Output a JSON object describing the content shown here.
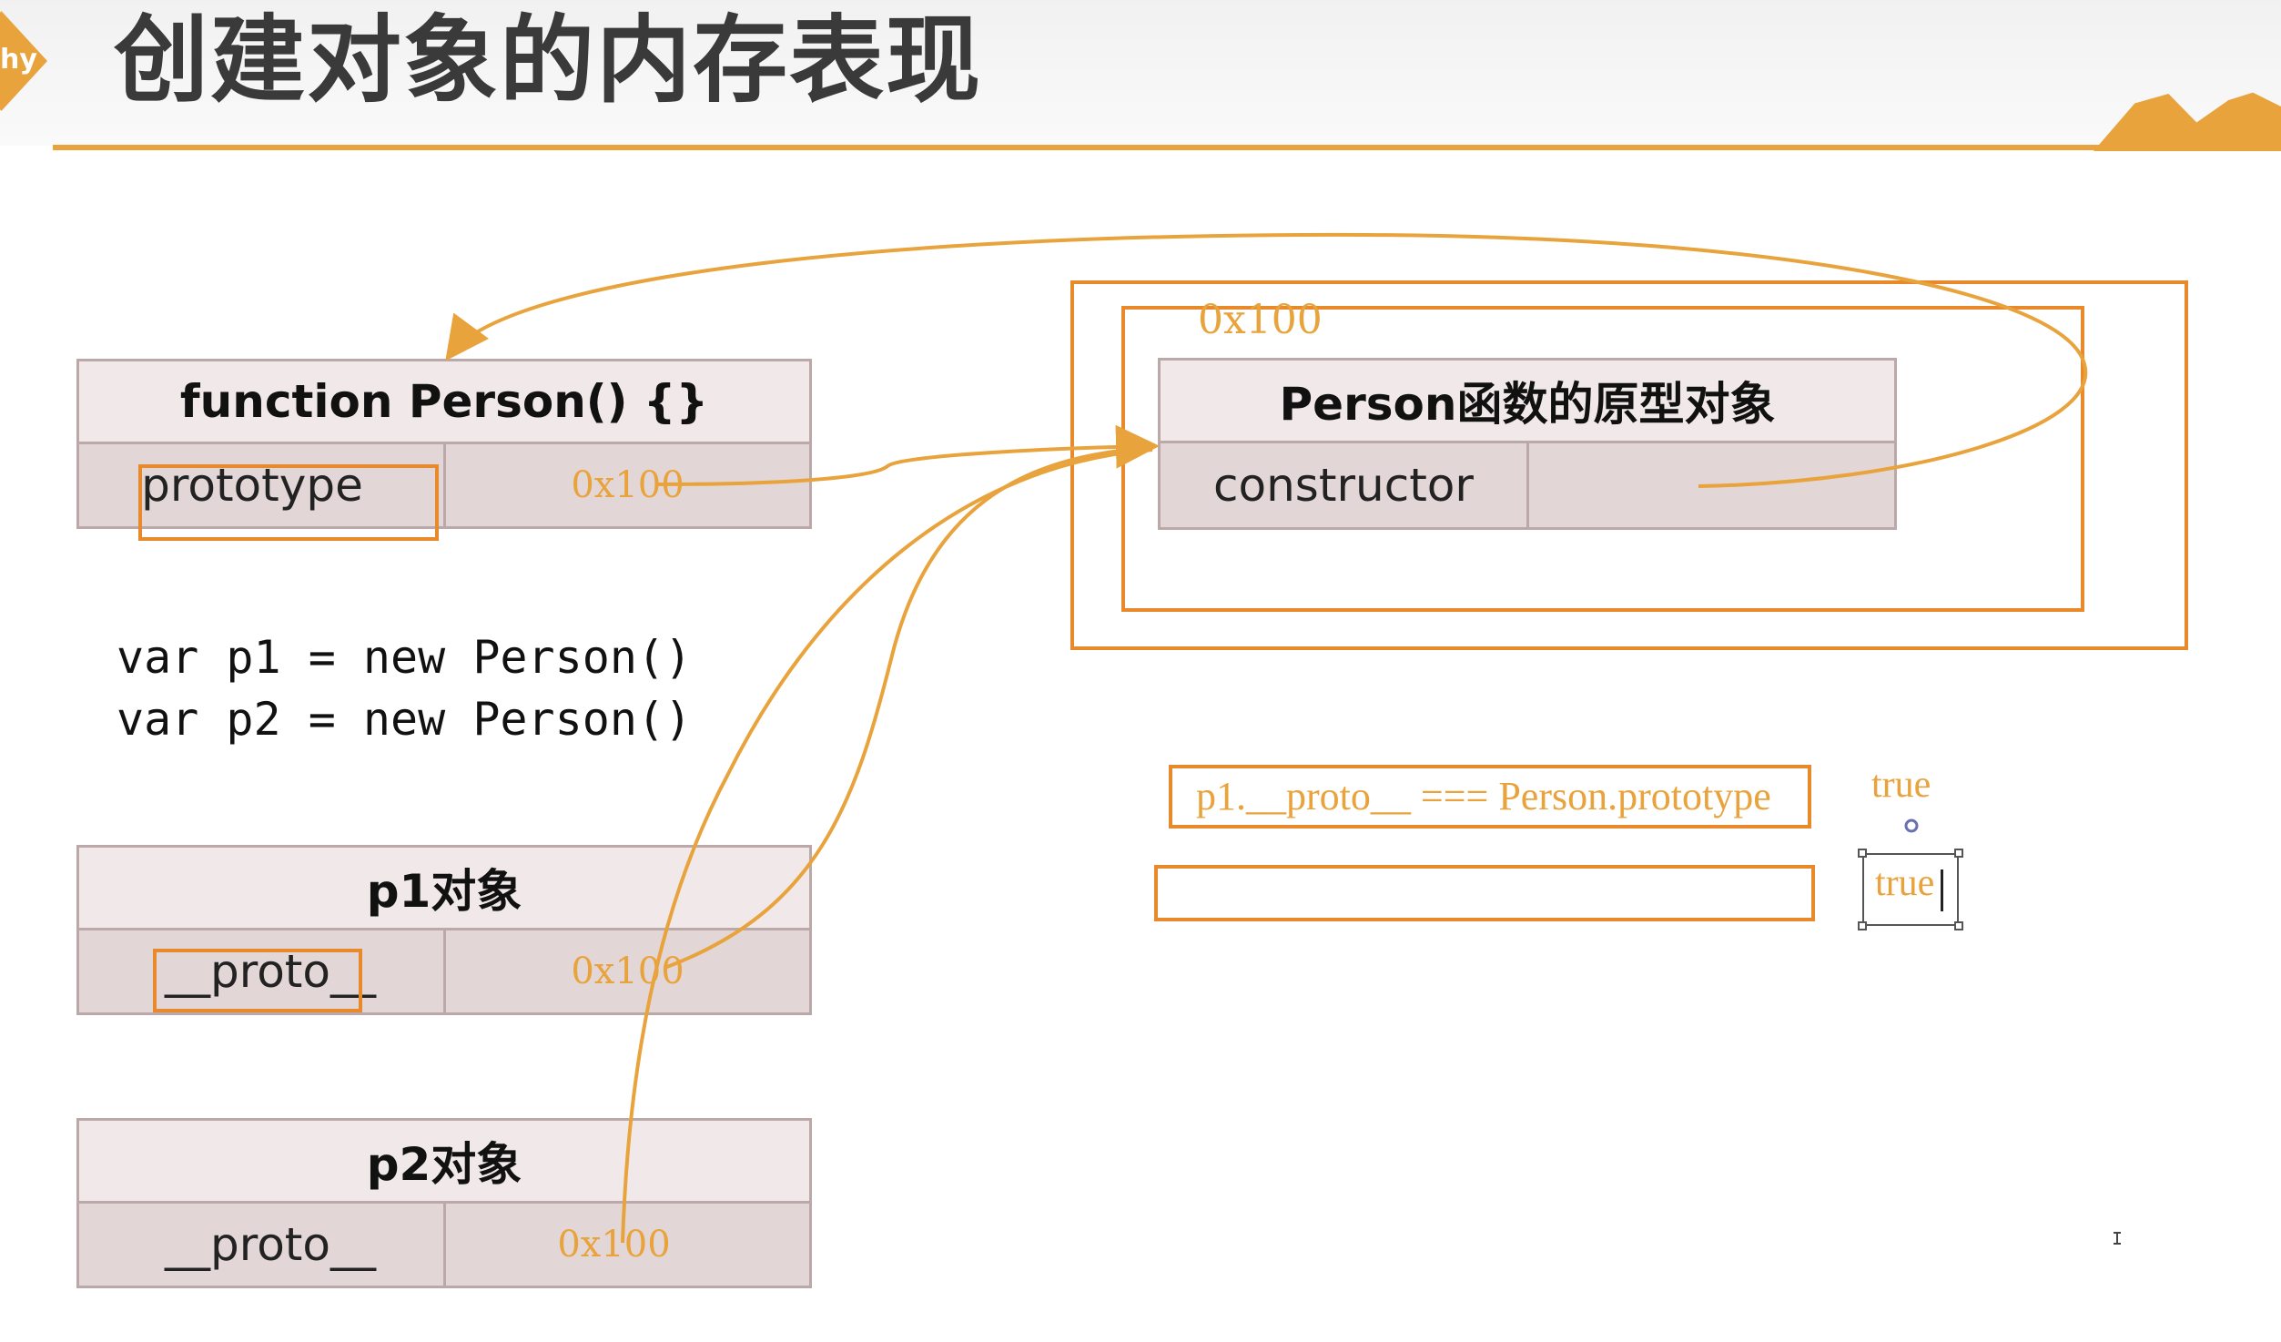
{
  "slide": {
    "logo_text": "hy",
    "title": "创建对象的内存表现"
  },
  "person_function": {
    "title": "function Person() {}",
    "key": "prototype",
    "value": "0x100"
  },
  "code": {
    "line1": "var p1 = new Person()",
    "line2": "var p2 = new Person()"
  },
  "p1": {
    "title": "p1对象",
    "key": "__proto__",
    "value": "0x100"
  },
  "p2": {
    "title": "p2对象",
    "key": "__proto__",
    "value": "0x100"
  },
  "prototype_object": {
    "address": "0x100",
    "title": "Person函数的原型对象",
    "key": "constructor",
    "value": ""
  },
  "comparison": {
    "expression": "p1.__proto__ === Person.prototype",
    "result": "true",
    "second_expression": "",
    "second_result": "true"
  },
  "colors": {
    "accent": "#e8a33c",
    "highlight": "#e8892c",
    "cell_header": "#f1e9e9",
    "cell_body": "#e3d6d6"
  }
}
